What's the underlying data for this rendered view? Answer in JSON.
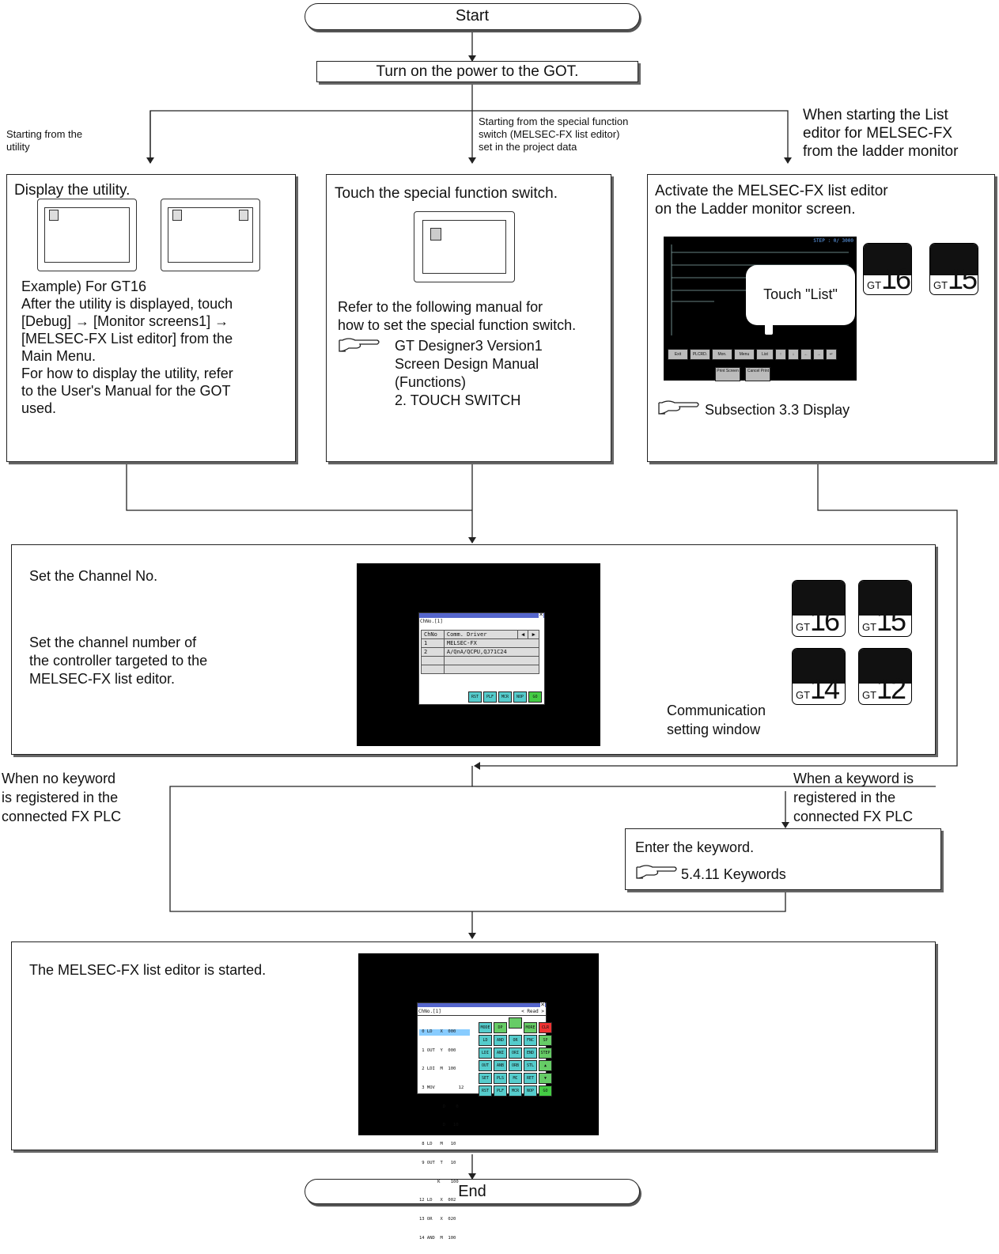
{
  "start_label": "Start",
  "end_label": "End",
  "power_label": "Turn on the power to the GOT.",
  "branch_left": [
    "Starting from the",
    "utility"
  ],
  "branch_mid": [
    "Starting from the special function",
    "switch (MELSEC-FX list editor)",
    "set in the project data"
  ],
  "branch_right": [
    "When starting the List",
    "editor for MELSEC-FX",
    "from the ladder monitor"
  ],
  "utility_box": {
    "title": "Display the utility.",
    "lines": [
      "Example) For GT16",
      "After the utility is displayed, touch",
      "[Debug] → [Monitor screens1] →",
      "[MELSEC-FX List editor] from the",
      "Main Menu.",
      "For how to display the utility, refer",
      "to the User's Manual for the GOT",
      "used."
    ]
  },
  "switch_box": {
    "title": "Touch the special function switch.",
    "lines": [
      "Refer to the following manual for",
      "how to set the special function switch."
    ],
    "ref_lines": [
      "GT Designer3 Version1",
      "Screen Design Manual",
      "(Functions)",
      "2. TOUCH SWITCH"
    ]
  },
  "ladder_box": {
    "title_lines": [
      "Activate the MELSEC-FX list editor",
      "on the Ladder monitor screen."
    ],
    "touch_label": "Touch \"List\"",
    "ref": "Subsection 3.3 Display",
    "screen_buttons": [
      "Exit",
      "PLCRD.",
      "Mon.",
      "Menu",
      "List",
      "↑",
      "↓",
      "←",
      "→",
      "↵"
    ],
    "screen_buttons2": [
      "Print Screen",
      "Cancel Print"
    ],
    "screen_step": "STEP :   0/ 3000"
  },
  "gt_badges_top": [
    "16",
    "15"
  ],
  "gt_badges_channel": [
    "16",
    "15",
    "14",
    "12"
  ],
  "gt_prefix": "GT",
  "channel_box": {
    "title": "Set the Channel No.",
    "lines": [
      "Set the channel number of",
      "the controller targeted to the",
      "MELSEC-FX list editor."
    ],
    "callout": [
      "Communication",
      "setting window"
    ],
    "window": {
      "title": "ChNo.[1]",
      "header": [
        "ChNo",
        "Comm. Driver"
      ],
      "rows": [
        [
          "1",
          "MELSEC-FX"
        ],
        [
          "2",
          "A/QnA/QCPU,QJ71C24"
        ],
        [
          "",
          ""
        ],
        [
          "",
          ""
        ]
      ],
      "buttons": [
        "RST",
        "PLF",
        "MCR",
        "NOP",
        "GO"
      ]
    }
  },
  "no_keyword": [
    "When no keyword",
    "is registered in the",
    "connected FX PLC"
  ],
  "keyword": [
    "When a keyword is",
    "registered in the",
    "connected FX PLC"
  ],
  "keyword_box": {
    "title": "Enter the keyword.",
    "ref": "5.4.11 Keywords"
  },
  "started_box": {
    "title": "The MELSEC-FX list editor is started.",
    "editor": {
      "title": "ChNo.[1]",
      "status": "< Read >",
      "lines": [
        " 0 LD   X  000",
        " 1 OUT  Y  000",
        " 2 LDI  M  100",
        " 3 MOV         12",
        "         D    0",
        "         D   10",
        " 8 LD   M   10",
        " 9 OUT  T   10",
        "       K    100",
        "12 LD   X  002",
        "13 OR   X  020",
        "14 AND  M  100"
      ],
      "keys": [
        [
          "MODE",
          "DP",
          "",
          "MORE",
          "CLR"
        ],
        [
          "LD",
          "AND",
          "OR",
          "FNC",
          "SP"
        ],
        [
          "LDI",
          "ANI",
          "ORI",
          "END",
          "STEP"
        ],
        [
          "OUT",
          "ANB",
          "ORB",
          "STL",
          "▲"
        ],
        [
          "SET",
          "PLS",
          "MC",
          "RET",
          "▼"
        ],
        [
          "RST",
          "PLF",
          "MCR",
          "NOP",
          "GO"
        ]
      ]
    }
  }
}
